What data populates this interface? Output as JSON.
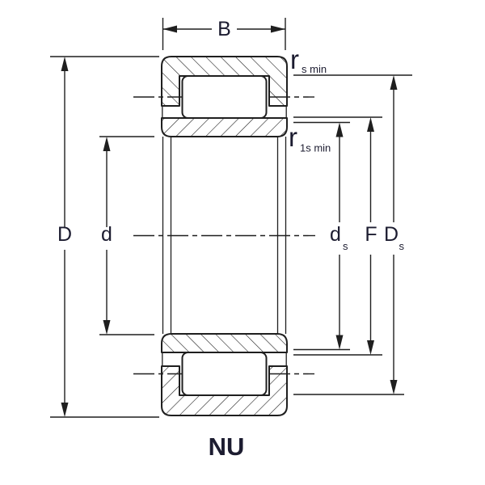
{
  "labels": {
    "B": "B",
    "D": "D",
    "d": "d",
    "ds_main": "d",
    "ds_sub": "s",
    "F": "F",
    "Ds_main": "D",
    "Ds_sub": "s",
    "rs_main": "r",
    "rs_sub": "s min",
    "r1s_main": "r",
    "r1s_sub": "1s min",
    "designation": "NU"
  },
  "colors": {
    "background": "#ffffff",
    "line": "#1f1f1f",
    "label": "#1c1c30"
  }
}
